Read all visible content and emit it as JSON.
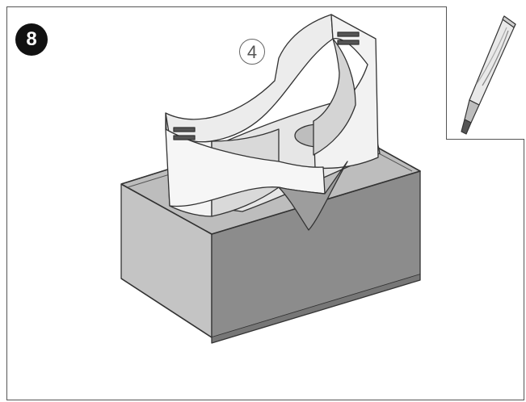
{
  "step": {
    "number": "8"
  },
  "part": {
    "number": "4"
  },
  "icons": {
    "inset": "glue-tube-icon",
    "main": "assembly-illustration"
  },
  "colors": {
    "outline": "#333333",
    "box_front": "#8c8c8c",
    "box_side": "#c4c4c4",
    "box_inner": "#b7b7b7",
    "wall_light": "#f2f2f2",
    "wall_shade": "#d6d6d6"
  }
}
